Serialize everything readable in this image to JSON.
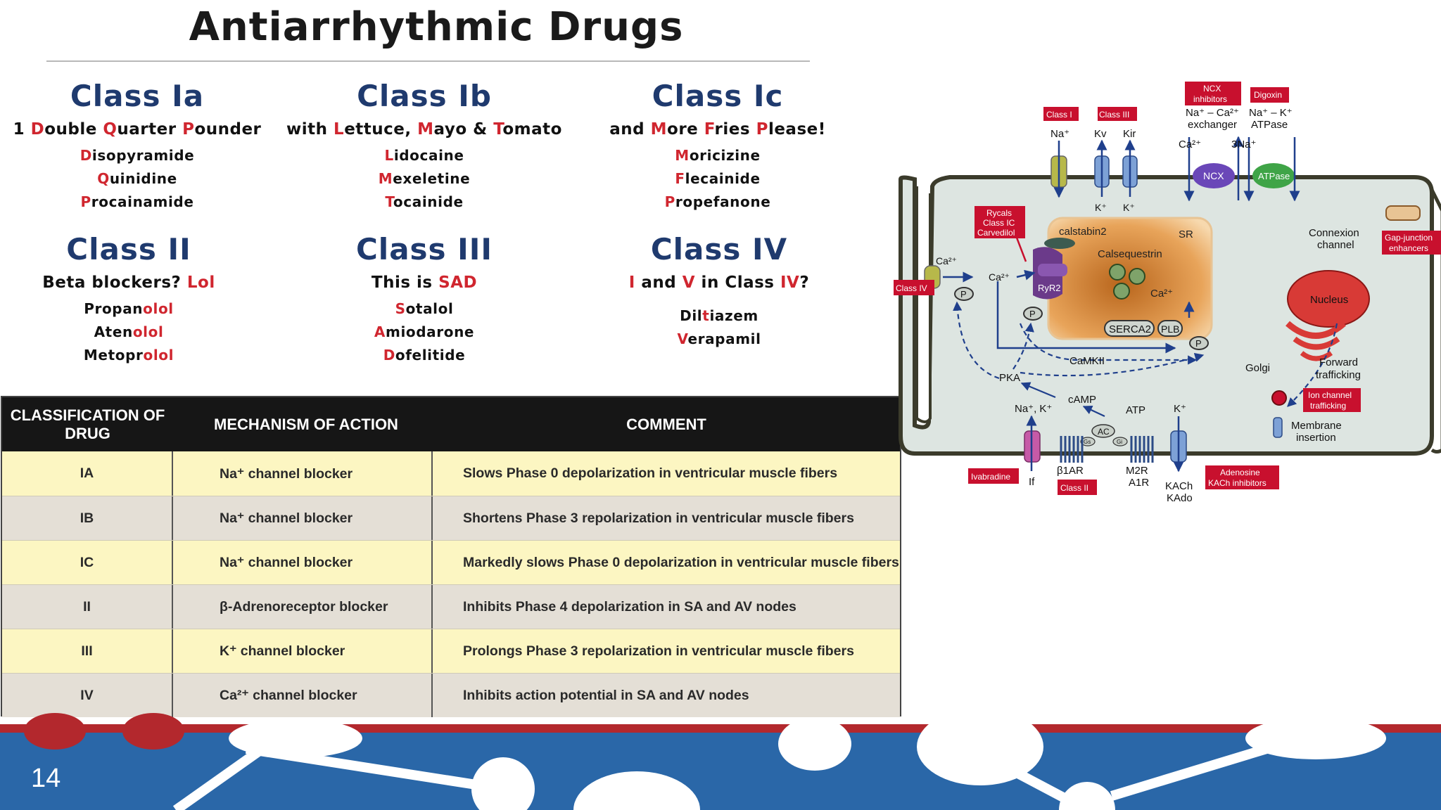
{
  "title": "Antiarrhythmic Drugs",
  "classes": [
    {
      "heading": "Class Ia",
      "phrase": [
        [
          "1 ",
          0
        ],
        [
          "D",
          1
        ],
        [
          "ouble ",
          0
        ],
        [
          "Q",
          1
        ],
        [
          "uarter ",
          0
        ],
        [
          "P",
          1
        ],
        [
          "ounder",
          0
        ]
      ],
      "drugs": [
        [
          [
            "D",
            1
          ],
          [
            "isopyramide",
            0
          ]
        ],
        [
          [
            "Q",
            1
          ],
          [
            "uinidine",
            0
          ]
        ],
        [
          [
            "P",
            1
          ],
          [
            "rocainamide",
            0
          ]
        ]
      ]
    },
    {
      "heading": "Class Ib",
      "phrase": [
        [
          "with ",
          0
        ],
        [
          "L",
          1
        ],
        [
          "ettuce, ",
          0
        ],
        [
          "M",
          1
        ],
        [
          "ayo & ",
          0
        ],
        [
          "T",
          1
        ],
        [
          "omato",
          0
        ]
      ],
      "drugs": [
        [
          [
            "L",
            1
          ],
          [
            "idocaine",
            0
          ]
        ],
        [
          [
            "M",
            1
          ],
          [
            "exeletine",
            0
          ]
        ],
        [
          [
            "T",
            1
          ],
          [
            "ocainide",
            0
          ]
        ]
      ]
    },
    {
      "heading": "Class Ic",
      "phrase": [
        [
          "and ",
          0
        ],
        [
          "M",
          1
        ],
        [
          "ore ",
          0
        ],
        [
          "F",
          1
        ],
        [
          "ries ",
          0
        ],
        [
          "P",
          1
        ],
        [
          "lease!",
          0
        ]
      ],
      "drugs": [
        [
          [
            "M",
            1
          ],
          [
            "oricizine",
            0
          ]
        ],
        [
          [
            "F",
            1
          ],
          [
            "lecainide",
            0
          ]
        ],
        [
          [
            "P",
            1
          ],
          [
            "ropefanone",
            0
          ]
        ]
      ]
    },
    {
      "heading": "Class II",
      "phrase": [
        [
          "Beta blockers? ",
          0
        ],
        [
          "Lol",
          1
        ]
      ],
      "drugs": [
        [
          [
            "Propan",
            0
          ],
          [
            "olol",
            1
          ]
        ],
        [
          [
            "Aten",
            0
          ],
          [
            "olol",
            1
          ]
        ],
        [
          [
            "Metopr",
            0
          ],
          [
            "olol",
            1
          ]
        ]
      ]
    },
    {
      "heading": "Class III",
      "phrase": [
        [
          "This is ",
          0
        ],
        [
          "SAD",
          1
        ]
      ],
      "drugs": [
        [
          [
            "S",
            1
          ],
          [
            "otalol",
            0
          ]
        ],
        [
          [
            "A",
            1
          ],
          [
            "miodarone",
            0
          ]
        ],
        [
          [
            "D",
            1
          ],
          [
            "ofelitide",
            0
          ]
        ]
      ]
    },
    {
      "heading": "Class IV",
      "phrase": [
        [
          "I",
          1
        ],
        [
          " and ",
          0
        ],
        [
          "V",
          1
        ],
        [
          " in Class ",
          0
        ],
        [
          "IV",
          1
        ],
        [
          "?",
          0
        ]
      ],
      "drugs": [
        [
          [
            "Dil",
            0
          ],
          [
            "t",
            1
          ],
          [
            "iazem",
            0
          ]
        ],
        [
          [
            "V",
            1
          ],
          [
            "erapamil",
            0
          ]
        ]
      ]
    }
  ],
  "table": {
    "headers": [
      "CLASSIFICATION OF DRUG",
      "MECHANISM OF ACTION",
      "COMMENT"
    ],
    "rows": [
      {
        "cls": "IA",
        "mechanism": "Na⁺ channel blocker",
        "comment": "Slows Phase 0 depolarization in ventricular muscle fibers"
      },
      {
        "cls": "IB",
        "mechanism": "Na⁺ channel blocker",
        "comment": "Shortens Phase 3 repolarization in ventricular muscle fibers"
      },
      {
        "cls": "IC",
        "mechanism": "Na⁺ channel blocker",
        "comment": "Markedly slows Phase 0 depolarization in ventricular muscle fibers"
      },
      {
        "cls": "II",
        "mechanism": "β-Adrenoreceptor blocker",
        "comment": "Inhibits Phase 4 depolarization in SA and AV nodes"
      },
      {
        "cls": "III",
        "mechanism": "K⁺ channel blocker",
        "comment": "Prolongs Phase 3 repolarization in ventricular muscle fibers"
      },
      {
        "cls": "IV",
        "mechanism": "Ca²⁺ channel blocker",
        "comment": "Inhibits action potential in SA and AV nodes"
      }
    ]
  },
  "diagram": {
    "drug_labels": {
      "class_i": "Class I",
      "class_iii": "Class III",
      "ncx_inhibitors_1": "NCX",
      "ncx_inhibitors_2": "inhibitors",
      "digoxin": "Digoxin",
      "rycals_1": "Rycals",
      "rycals_2": "Class IC",
      "rycals_3": "Carvedilol",
      "class_iv": "Class IV",
      "gap_1": "Gap-junction",
      "gap_2": "enhancers",
      "ion_1": "Ion channel",
      "ion_2": "trafficking",
      "ivabradine": "Ivabradine",
      "class_ii": "Class II",
      "adenosine_1": "Adenosine",
      "adenosine_2": "KACh inhibitors"
    },
    "labels": {
      "na": "Na⁺",
      "kv": "Kv",
      "kir": "Kir",
      "k_plus_1": "K⁺",
      "k_plus_2": "K⁺",
      "ncx_exch_1": "Na⁺ – Ca²⁺",
      "ncx_exch_2": "exchanger",
      "atpase_1": "Na⁺ – K⁺",
      "atpase_2": "ATPase",
      "ca2_top": "Ca²⁺",
      "na3_top": "3Na⁺",
      "ncx": "NCX",
      "atpase": "ATPase",
      "calstabin": "calstabin2",
      "sr": "SR",
      "calsequestrin": "Calsequestrin",
      "ryr2": "RyR2",
      "ca2_sr": "Ca²⁺",
      "ca2_left": "Ca²⁺",
      "ca2_inner": "Ca²⁺",
      "serca2": "SERCA2",
      "plb": "PLB",
      "camkii": "CaMKII",
      "pka": "PKA",
      "camp": "cAMP",
      "atp": "ATP",
      "ac": "AC",
      "gs": "Gs",
      "gi": "Gi",
      "nak": "Na⁺, K⁺",
      "k_plus_3": "K⁺",
      "if": "If",
      "b1ar": "β1AR",
      "m2r_1": "M2R",
      "m2r_2": "A1R",
      "kach_1": "KACh",
      "kach_2": "KAdo",
      "p": "P",
      "nucleus": "Nucleus",
      "golgi": "Golgi",
      "forward_1": "Forward",
      "forward_2": "trafficking",
      "membrane_1": "Membrane",
      "membrane_2": "insertion",
      "connexion_1": "Connexion",
      "connexion_2": "channel"
    }
  },
  "page_number": "14",
  "colors": {
    "title_blue": "#1f3a6e",
    "accent_red": "#d0262f",
    "label_red": "#c8102e",
    "footer_blue": "#2a67a8",
    "footer_red": "#b3282d",
    "table_yellow": "#fcf6c2",
    "table_grey": "#e4dfd6"
  }
}
